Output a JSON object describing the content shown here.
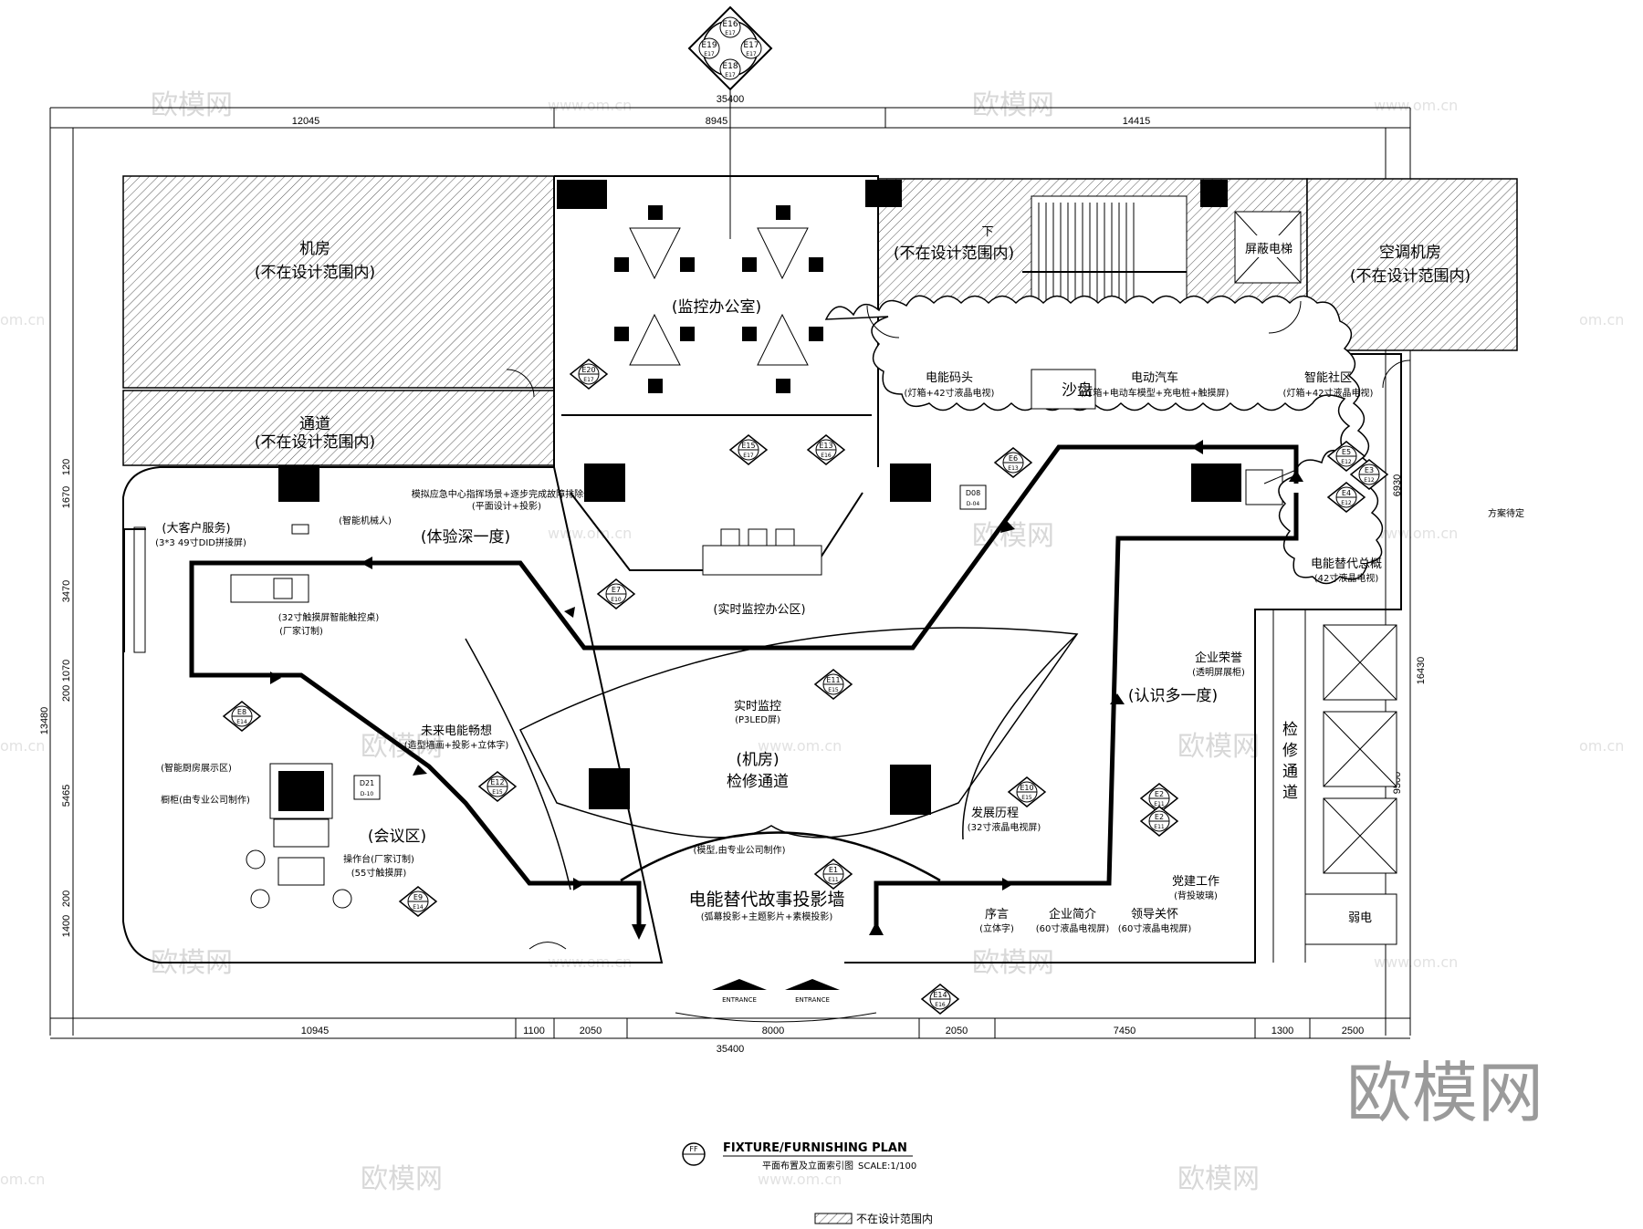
{
  "watermarks": {
    "brand": "欧模网",
    "small": "欧模网",
    "url": "www.om.cn",
    "left_url": "om.cn",
    "right_url": "om.cn",
    "large": "欧模网"
  },
  "compass": {
    "c": "E16",
    "c_sub": "E17",
    "l": "E19",
    "l_sub": "E17",
    "r": "E17",
    "r_sub": "E17",
    "b": "E18",
    "b_sub": "E17"
  },
  "dims_top": {
    "total": "35400",
    "a": "12045",
    "b": "8945",
    "c": "14415"
  },
  "dims_bottom": {
    "a": "10945",
    "b": "1100",
    "c": "2050",
    "d": "8000",
    "e": "2050",
    "f": "7450",
    "g": "1300",
    "h": "2500",
    "total": "35400"
  },
  "dims_left": {
    "a": "120",
    "b": "1670",
    "c": "3470",
    "d": "1070",
    "e": "200",
    "f": "5465",
    "g": "200",
    "h": "1400",
    "total": "13480"
  },
  "dims_right": {
    "a": "6930",
    "b": "16430",
    "c": "9500"
  },
  "rooms": {
    "machine_room": "机房",
    "out_scope": "(不在设计范围内)",
    "monitor_office": "(监控办公室)",
    "stairs_note": "(不在设计范围内)",
    "down": "下",
    "elevator": "屏蔽电梯",
    "ac_room": "空调机房",
    "corridor": "通道"
  },
  "zones": {
    "e_dock": "电能码头",
    "e_dock_sub": "(灯箱+42寸液晶电视)",
    "sandbox": "沙盘",
    "ev": "电动汽车",
    "ev_sub": "(灯箱+电动车模型+充电桩+触摸屏)",
    "smart": "智能社区",
    "smart_sub": "(灯箱+42寸液晶电视)",
    "sim": "模拟应急中心指挥场景+逐步完成故障排除体验",
    "sim_sub": "(平面设计+投影)",
    "vip": "(大客户服务)",
    "vip_sub": "(3*3 49寸DID拼接屏)",
    "robot": "(智能机械人)",
    "deep": "(体验深一度)",
    "touch": "(32寸触摸屏智能触控桌)",
    "touch_sub": "(厂家订制)",
    "realtime_area": "(实时监控办公区)",
    "e_total": "电能替代总概",
    "e_total_sub": "(42寸液晶电视)",
    "honor": "企业荣誉",
    "honor_sub": "(透明屏展柜)",
    "know": "(认识多一度)",
    "realtime": "实时监控",
    "realtime_sub": "(P3LED屏)",
    "future": "未来电能畅想",
    "future_sub": "(造型墙画+投影+立体字)",
    "machine2": "(机房)",
    "repair": "检修通道",
    "repair_v": "检修通道",
    "history": "发展历程",
    "history_sub": "(32寸液晶电视屏)",
    "kitchen": "(智能厨房展示区)",
    "cabinet": "橱柜(由专业公司制作)",
    "meeting": "(会议区)",
    "console": "操作台(厂家订制)",
    "console_sub": "(55寸触摸屏)",
    "model": "(模型,由专业公司制作)",
    "story": "电能替代故事投影墙",
    "story_sub": "(弧幕投影+主题影片+素模投影)",
    "preface": "序言",
    "preface_sub": "(立体字)",
    "intro": "企业简介",
    "intro_sub": "(60寸液晶电视屏)",
    "care": "领导关怀",
    "care_sub": "(60寸液晶电视屏)",
    "party": "党建工作",
    "party_sub": "(背投玻璃)",
    "weak": "弱电",
    "plan_pending": "方案待定",
    "entrance": "ENTRANCE"
  },
  "markers": [
    {
      "id": "E20",
      "sub": "E17"
    },
    {
      "id": "E15",
      "sub": "E17"
    },
    {
      "id": "E13",
      "sub": "E16"
    },
    {
      "id": "E6",
      "sub": "E13"
    },
    {
      "id": "E5",
      "sub": "E12"
    },
    {
      "id": "E3",
      "sub": "E12"
    },
    {
      "id": "E4",
      "sub": "E12"
    },
    {
      "id": "E7",
      "sub": "E10"
    },
    {
      "id": "E11",
      "sub": "E15"
    },
    {
      "id": "E8",
      "sub": "E14"
    },
    {
      "id": "E12",
      "sub": "E15"
    },
    {
      "id": "E10",
      "sub": "E15"
    },
    {
      "id": "E2",
      "sub": "E11"
    },
    {
      "id": "E2",
      "sub": "E11"
    },
    {
      "id": "E1",
      "sub": "E11"
    },
    {
      "id": "E9",
      "sub": "E14"
    },
    {
      "id": "E14",
      "sub": "E16"
    }
  ],
  "tags": {
    "d08": "D08",
    "d08_sub": "D-04",
    "d21": "D21",
    "d21_sub": "D-10"
  },
  "title_block": {
    "symbol": "FF",
    "title": "FIXTURE/FURNISHING PLAN",
    "subtitle": "平面布置及立面索引图",
    "scale": "SCALE:1/100",
    "legend": "不在设计范围内"
  }
}
